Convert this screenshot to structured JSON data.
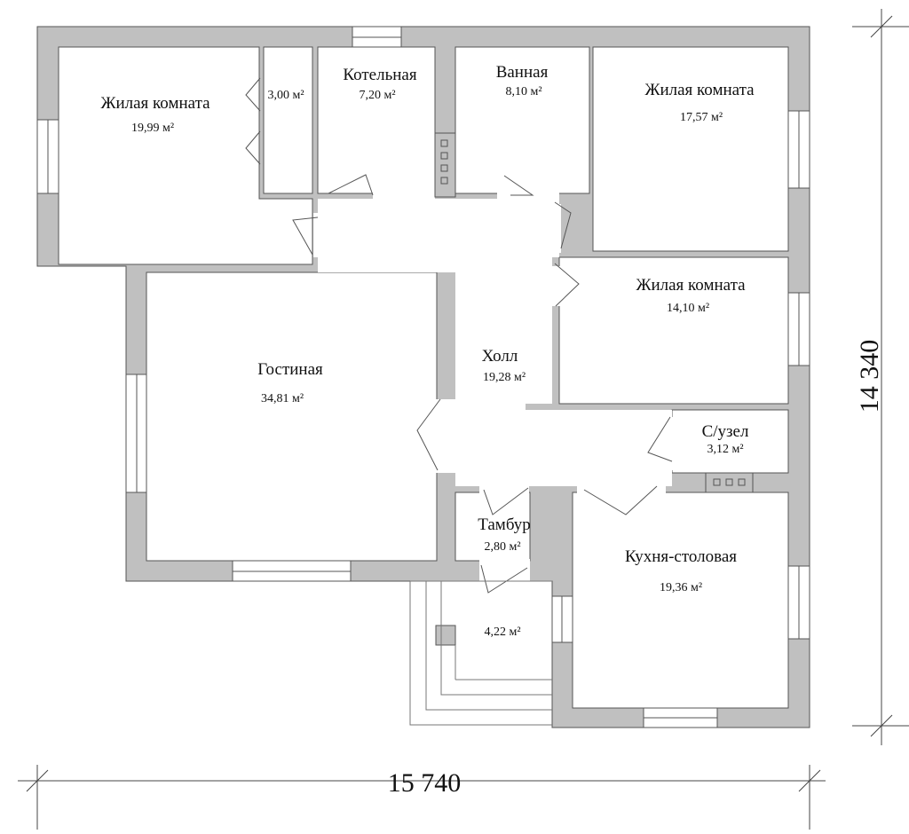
{
  "rooms": {
    "bedroom1": {
      "name": "Жилая комната",
      "area": "19,99 м²"
    },
    "closet": {
      "area": "3,00 м²"
    },
    "boiler": {
      "name": "Котельная",
      "area": "7,20 м²"
    },
    "bath": {
      "name": "Ванная",
      "area": "8,10 м²"
    },
    "bedroom2": {
      "name": "Жилая комната",
      "area": "17,57 м²"
    },
    "bedroom3": {
      "name": "Жилая комната",
      "area": "14,10 м²"
    },
    "living": {
      "name": "Гостиная",
      "area": "34,81 м²"
    },
    "hall": {
      "name": "Холл",
      "area": "19,28 м²"
    },
    "wc": {
      "name": "С/узел",
      "area": "3,12 м²"
    },
    "vestibule": {
      "name": "Тамбур",
      "area": "2,80 м²"
    },
    "kitchen": {
      "name": "Кухня-столовая",
      "area": "19,36 м²"
    },
    "porch": {
      "area": "4,22 м²"
    }
  },
  "dimensions": {
    "width": "15 740",
    "height": "14 340"
  },
  "colors": {
    "wall": "#c0c0c0",
    "outline": "#555555"
  }
}
